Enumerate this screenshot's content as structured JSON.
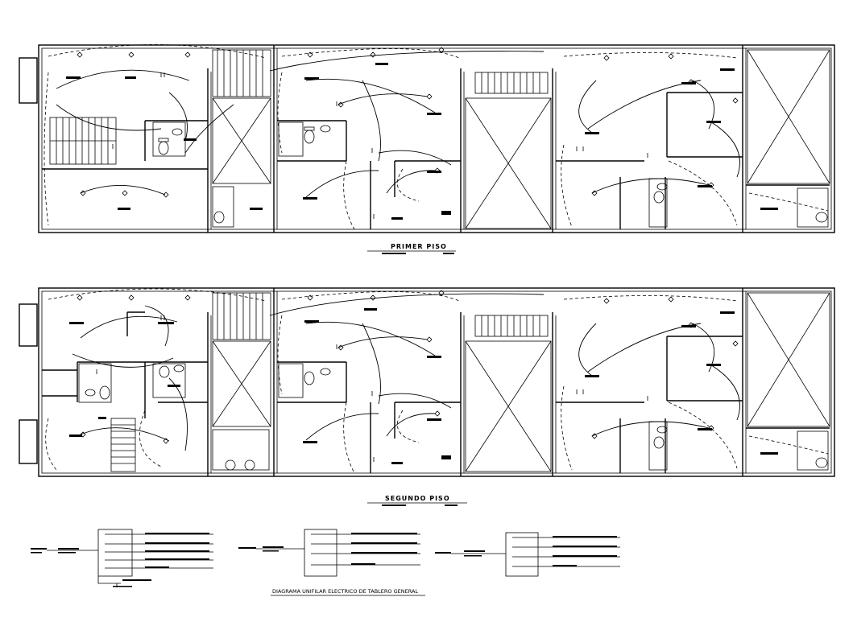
{
  "plans": [
    {
      "id": "first-floor",
      "title": "PRIMER PISO"
    },
    {
      "id": "second-floor",
      "title": "SEGUNDO PISO"
    }
  ],
  "diagram_caption": "DIAGRAMA UNIFILAR ELECTRICO DE TABLERO GENERAL",
  "icons": [
    "toilet-icon",
    "sink-icon",
    "stair-icon",
    "light-fixture-icon",
    "switch-icon",
    "breaker-icon"
  ]
}
